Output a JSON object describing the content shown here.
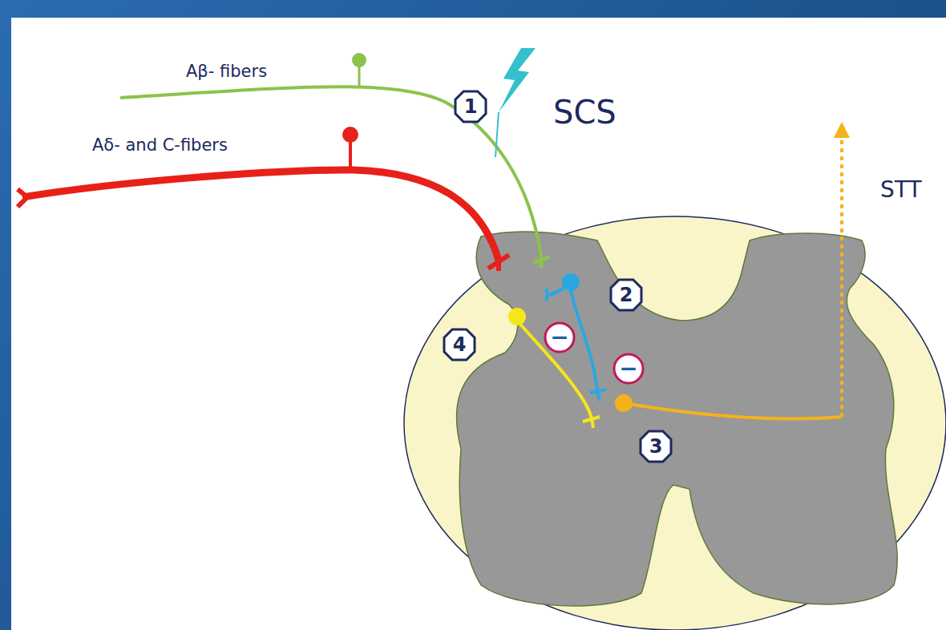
{
  "diagram": {
    "nodes": [
      {
        "text": [
          "1"
        ]
      },
      {
        "text": [
          "2"
        ]
      },
      {
        "text": [
          "4"
        ]
      },
      {
        "text": [
          "−"
        ]
      },
      {
        "text": [
          "−"
        ]
      },
      {
        "text": [
          "3"
        ]
      }
    ],
    "labels": [
      "Aβ- fibers",
      "Aδ- and C-fibers",
      "SCS",
      "STT"
    ]
  }
}
